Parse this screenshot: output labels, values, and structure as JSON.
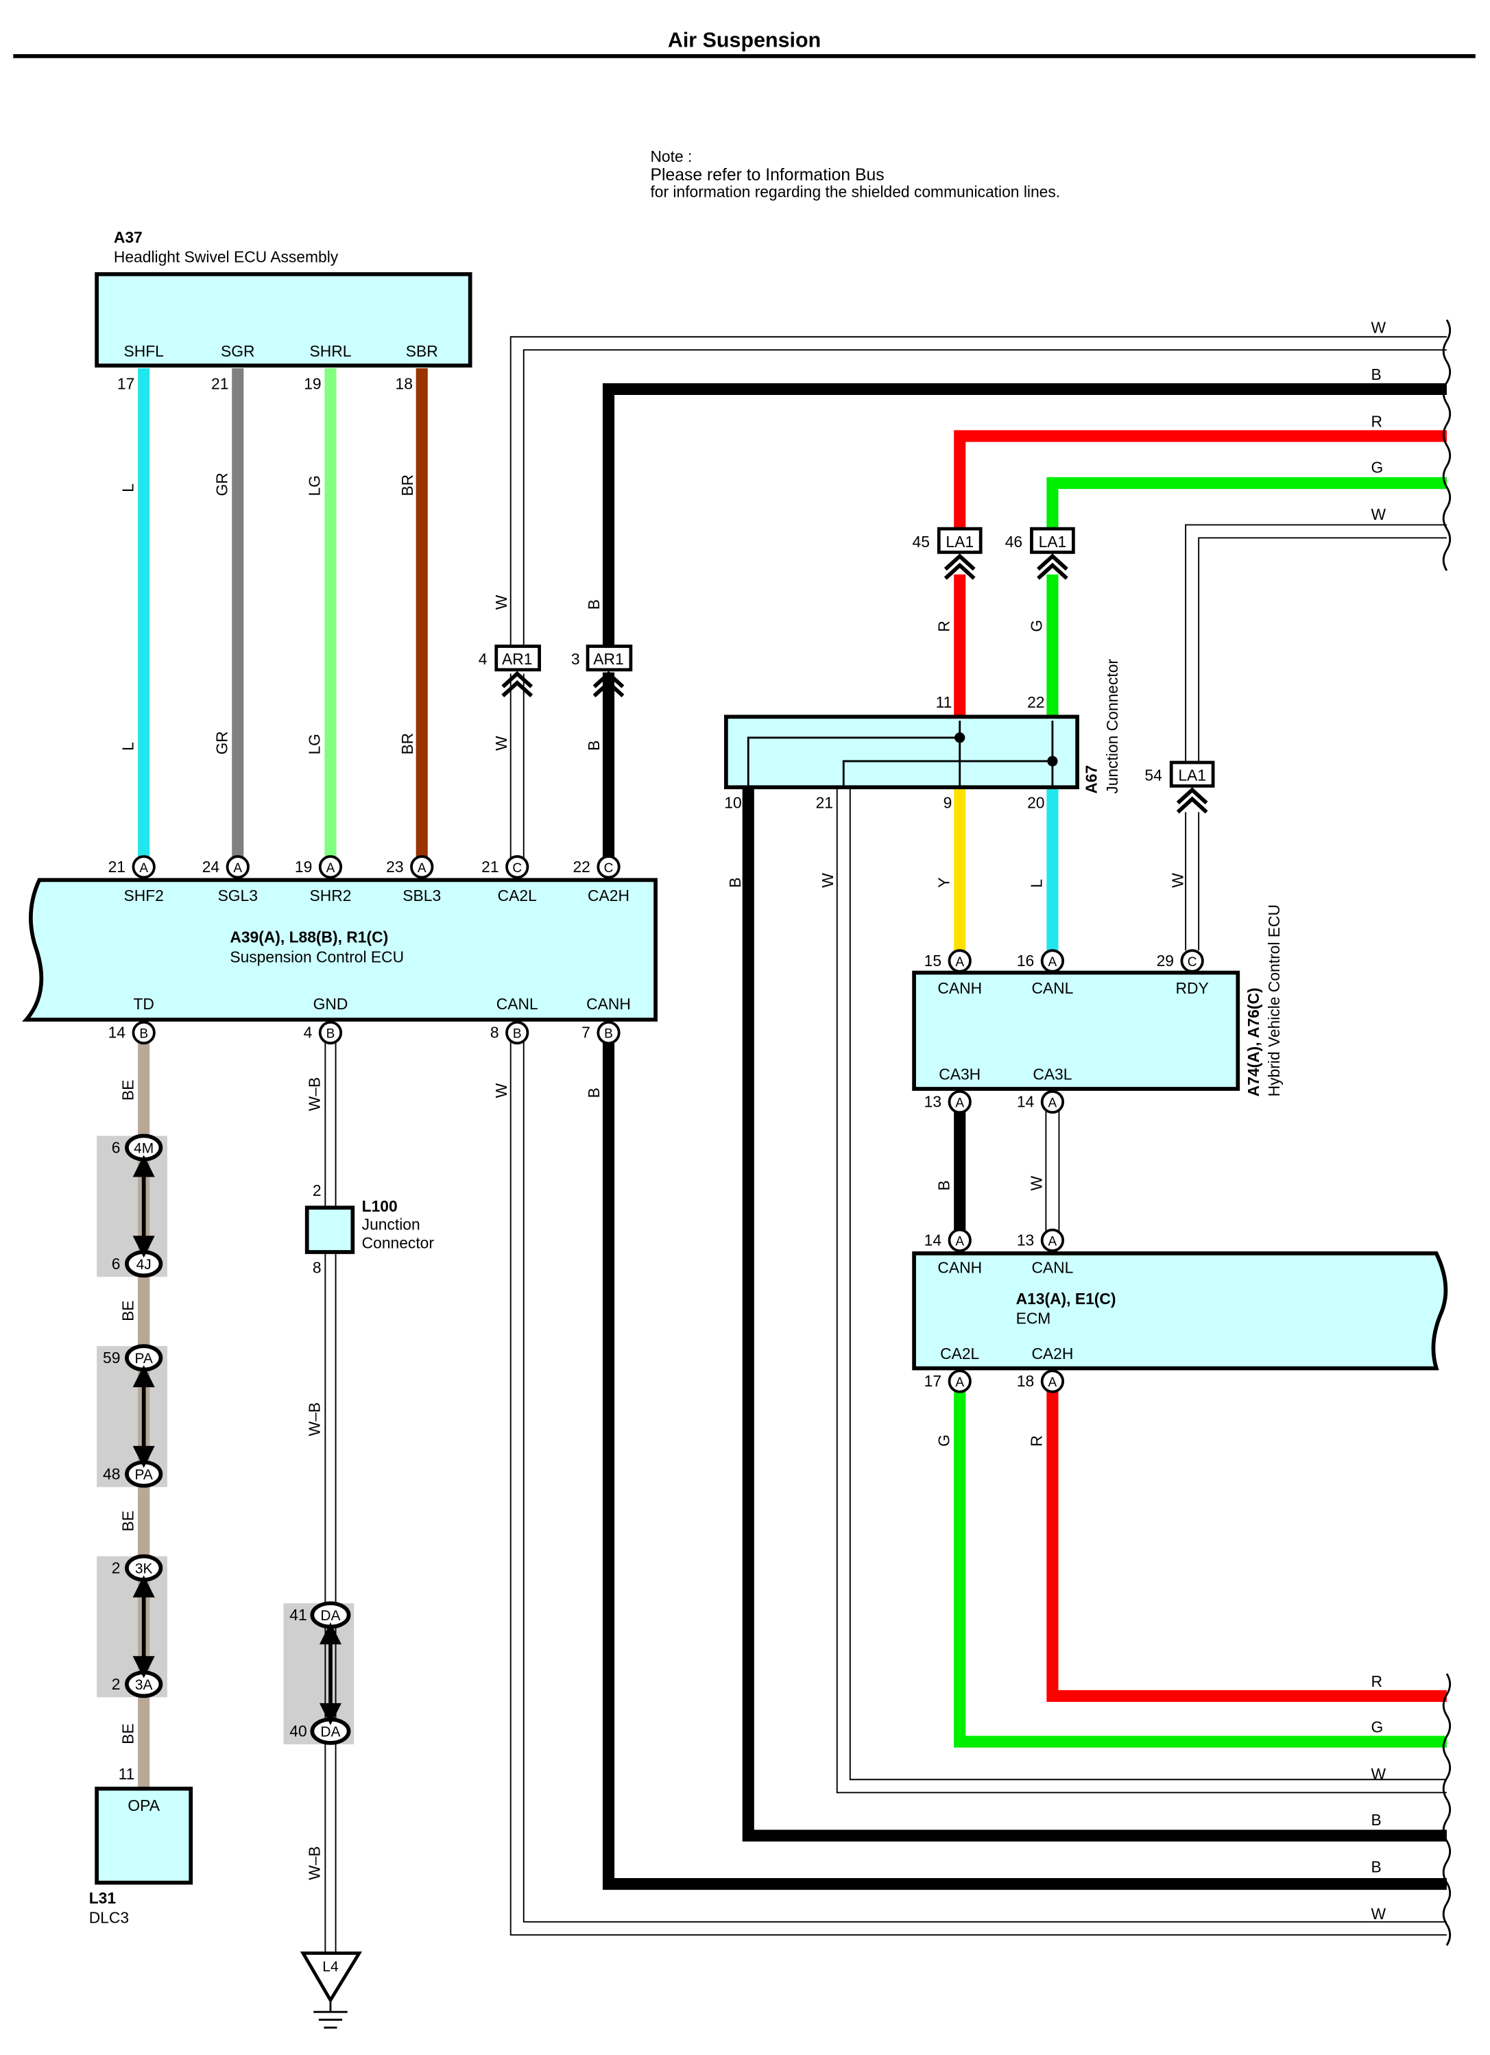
{
  "page": {
    "title": "Air Suspension"
  },
  "note": {
    "line1": "Note :",
    "line2": "Please refer to Information Bus",
    "line3": "for information regarding the shielded communication lines."
  },
  "components": {
    "a37": {
      "id": "A37",
      "name": "Headlight Swivel ECU Assembly",
      "pins": [
        "SHFL",
        "SGR",
        "SHRL",
        "SBR"
      ],
      "pin_numbers": [
        "17",
        "21",
        "19",
        "18"
      ]
    },
    "a39": {
      "id": "A39(A), L88(B), R1(C)",
      "name": "Suspension Control ECU",
      "top_pins": [
        "SHF2",
        "SGL3",
        "SHR2",
        "SBL3",
        "CA2L",
        "CA2H"
      ],
      "top_nums": [
        "21",
        "24",
        "19",
        "23",
        "21",
        "22"
      ],
      "top_conn": [
        "A",
        "A",
        "A",
        "A",
        "C",
        "C"
      ],
      "bottom_pins": [
        "TD",
        "GND",
        "CANL",
        "CANH"
      ],
      "bottom_nums": [
        "14",
        "4",
        "8",
        "7"
      ],
      "bottom_conn": [
        "B",
        "B",
        "B",
        "B"
      ]
    },
    "a67": {
      "id": "A67",
      "name": "Junction Connector",
      "top_nums": [
        "11",
        "22"
      ],
      "bottom_nums": [
        "10",
        "21",
        "9",
        "20"
      ]
    },
    "a74": {
      "id": "A74(A), A76(C)",
      "name": "Hybrid Vehicle Control ECU",
      "top_pins": [
        "CANH",
        "CANL",
        "RDY"
      ],
      "top_nums": [
        "15",
        "16",
        "29"
      ],
      "top_conn": [
        "A",
        "A",
        "C"
      ],
      "bottom_pins": [
        "CA3H",
        "CA3L"
      ],
      "bottom_nums": [
        "13",
        "14"
      ],
      "bottom_conn": [
        "A",
        "A"
      ]
    },
    "a13": {
      "id": "A13(A), E1(C)",
      "name": "ECM",
      "top_pins": [
        "CANH",
        "CANL"
      ],
      "top_nums": [
        "14",
        "13"
      ],
      "top_conn": [
        "A",
        "A"
      ],
      "bottom_pins": [
        "CA2L",
        "CA2H"
      ],
      "bottom_nums": [
        "17",
        "18"
      ],
      "bottom_conn": [
        "A",
        "A"
      ]
    },
    "l100": {
      "id": "L100",
      "name1": "Junction",
      "name2": "Connector",
      "pin_top": "2",
      "pin_bottom": "8"
    },
    "l31": {
      "id": "L31",
      "name": "DLC3",
      "pin_label": "OPA",
      "pin": "11"
    },
    "ground": {
      "id": "L4"
    }
  },
  "connectors": {
    "ar1_w": {
      "id": "AR1",
      "pin": "4"
    },
    "ar1_b": {
      "id": "AR1",
      "pin": "3"
    },
    "la1_r": {
      "id": "LA1",
      "pin": "45"
    },
    "la1_g": {
      "id": "LA1",
      "pin": "46"
    },
    "la1_w": {
      "id": "LA1",
      "pin": "54"
    },
    "m4": {
      "id": "4M",
      "pin": "6"
    },
    "j4": {
      "id": "4J",
      "pin": "6"
    },
    "pa_top": {
      "id": "PA",
      "pin": "59"
    },
    "pa_bot": {
      "id": "PA",
      "pin": "48"
    },
    "k3": {
      "id": "3K",
      "pin": "2"
    },
    "a3": {
      "id": "3A",
      "pin": "2"
    },
    "da_top": {
      "id": "DA",
      "pin": "41"
    },
    "da_bot": {
      "id": "DA",
      "pin": "40"
    }
  },
  "wire_colors": {
    "L": "L",
    "GR": "GR",
    "LG": "LG",
    "BR": "BR",
    "W": "W",
    "B": "B",
    "R": "R",
    "G": "G",
    "Y": "Y",
    "BE": "BE",
    "WB": "W–B"
  },
  "right_edge_labels": {
    "top": [
      "W",
      "B",
      "R",
      "G",
      "W"
    ],
    "bottom": [
      "R",
      "G",
      "W",
      "B",
      "B",
      "W"
    ]
  },
  "colors": {
    "blue": "#22e6ee",
    "gray": "#808080",
    "lightgreen": "#80ff80",
    "brown": "#993300",
    "black": "#000000",
    "red": "#ff0000",
    "green": "#00ee00",
    "yellow": "#ffe000",
    "beige": "#b8a898",
    "box": "#ccffff",
    "shade": "#cfcfcf"
  }
}
